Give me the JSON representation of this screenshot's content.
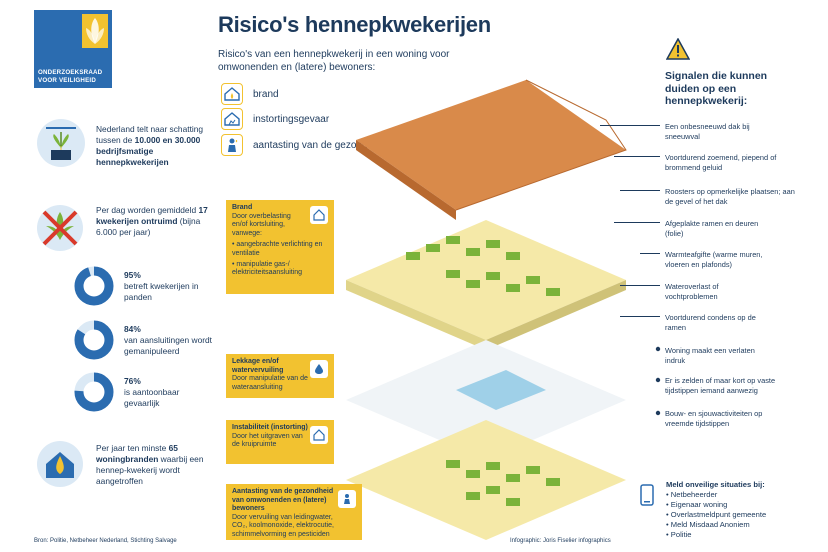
{
  "logo": {
    "line1": "ONDERZOEKSRAAD",
    "line2": "VOOR VEILIGHEID"
  },
  "title": "Risico's hennepkwekerijen",
  "subtitle": "Risico's van een hennepkwekerij in een woning voor omwonenden en (latere) bewoners:",
  "risks": [
    {
      "icon": "house-fire-icon",
      "label": "brand"
    },
    {
      "icon": "house-collapse-icon",
      "label": "instortingsgevaar"
    },
    {
      "icon": "health-icon",
      "label": "aantasting van de gezondheid"
    }
  ],
  "stats": {
    "kwekerijen": {
      "pre": "Nederland telt naar schatting tussen de ",
      "bold": "10.000 en 30.000 bedrijfsmatige hennepkwekerijen",
      "post": ""
    },
    "ontruimd": {
      "pre": "Per dag worden gemiddeld ",
      "bold": "17 kwekerijen ontruimd",
      "post": " (bijna 6.000 per jaar)"
    },
    "brand": {
      "pre": "Per jaar ten minste ",
      "bold": "65 woningbranden",
      "post": " waarbij een hennep-kwekerij wordt aangetroffen"
    }
  },
  "percentages": [
    {
      "value": "95%",
      "text": "betreft kwekerijen in panden",
      "fraction": 0.95,
      "icon": "building-icon"
    },
    {
      "value": "84%",
      "text": "van aansluitingen wordt gemanipuleerd",
      "fraction": 0.84,
      "icon": "meter-icon"
    },
    {
      "value": "76%",
      "text": "is aantoonbaar gevaarlijk",
      "fraction": 0.76,
      "icon": "warning-icon"
    }
  ],
  "boxes": {
    "brand": {
      "heading": "Brand",
      "body": "Door overbelasting en/of kortsluiting, vanwege:",
      "bullets": [
        "aangebrachte verlichting en ventilatie",
        "manipulatie gas-/ elektriciteitsaansluiting"
      ]
    },
    "lekkage": {
      "heading": "Lekkage en/of watervervuiling",
      "body": "Door manipulatie van de wateraansluiting"
    },
    "instabiliteit": {
      "heading": "Instabiliteit (instorting)",
      "body": "Door het uitgraven van de kruipruimte"
    },
    "gezondheid": {
      "heading": "Aantasting van de gezondheid van omwonenden en (latere) bewoners",
      "body": "Door vervuiling van leidingwater, CO₂, koolmonoxide, elektrocutie, schimmelvorming en pesticiden"
    }
  },
  "signals": {
    "title": "Signalen die kunnen duiden op een hennepkwekerij:",
    "items": [
      "Een onbesneeuwd dak bij sneeuwval",
      "Voortdurend zoemend, piepend of brommend geluid",
      "Roosters op opmerkelijke plaatsen; aan de gevel of het dak",
      "Afgeplakte ramen en deuren (folie)",
      "Warmteafgifte (warme muren, vloeren en plafonds)",
      "Wateroverlast of vochtproblemen",
      "Voortdurend condens op de ramen",
      "Woning maakt een verlaten indruk",
      "Er is zelden of maar kort op vaste tijdstippen iemand aanwezig",
      "Bouw- en sjouwactiviteiten op vreemde tijdstippen"
    ]
  },
  "report": {
    "heading": "Meld onveilige situaties bij:",
    "items": [
      "Netbeheerder",
      "Eigenaar woning",
      "Overlastmeldpunt gemeente",
      "Meld Misdaad Anoniem",
      "Politie"
    ]
  },
  "source": "Bron: Politie, Netbeheer Nederland, Stichting Salvage",
  "credit": "Infographic: Joris Fiselier infographics",
  "colors": {
    "navy": "#1d3a5c",
    "blue": "#2b6cb0",
    "yellow": "#f2c230",
    "roof": "#d98a4a"
  }
}
